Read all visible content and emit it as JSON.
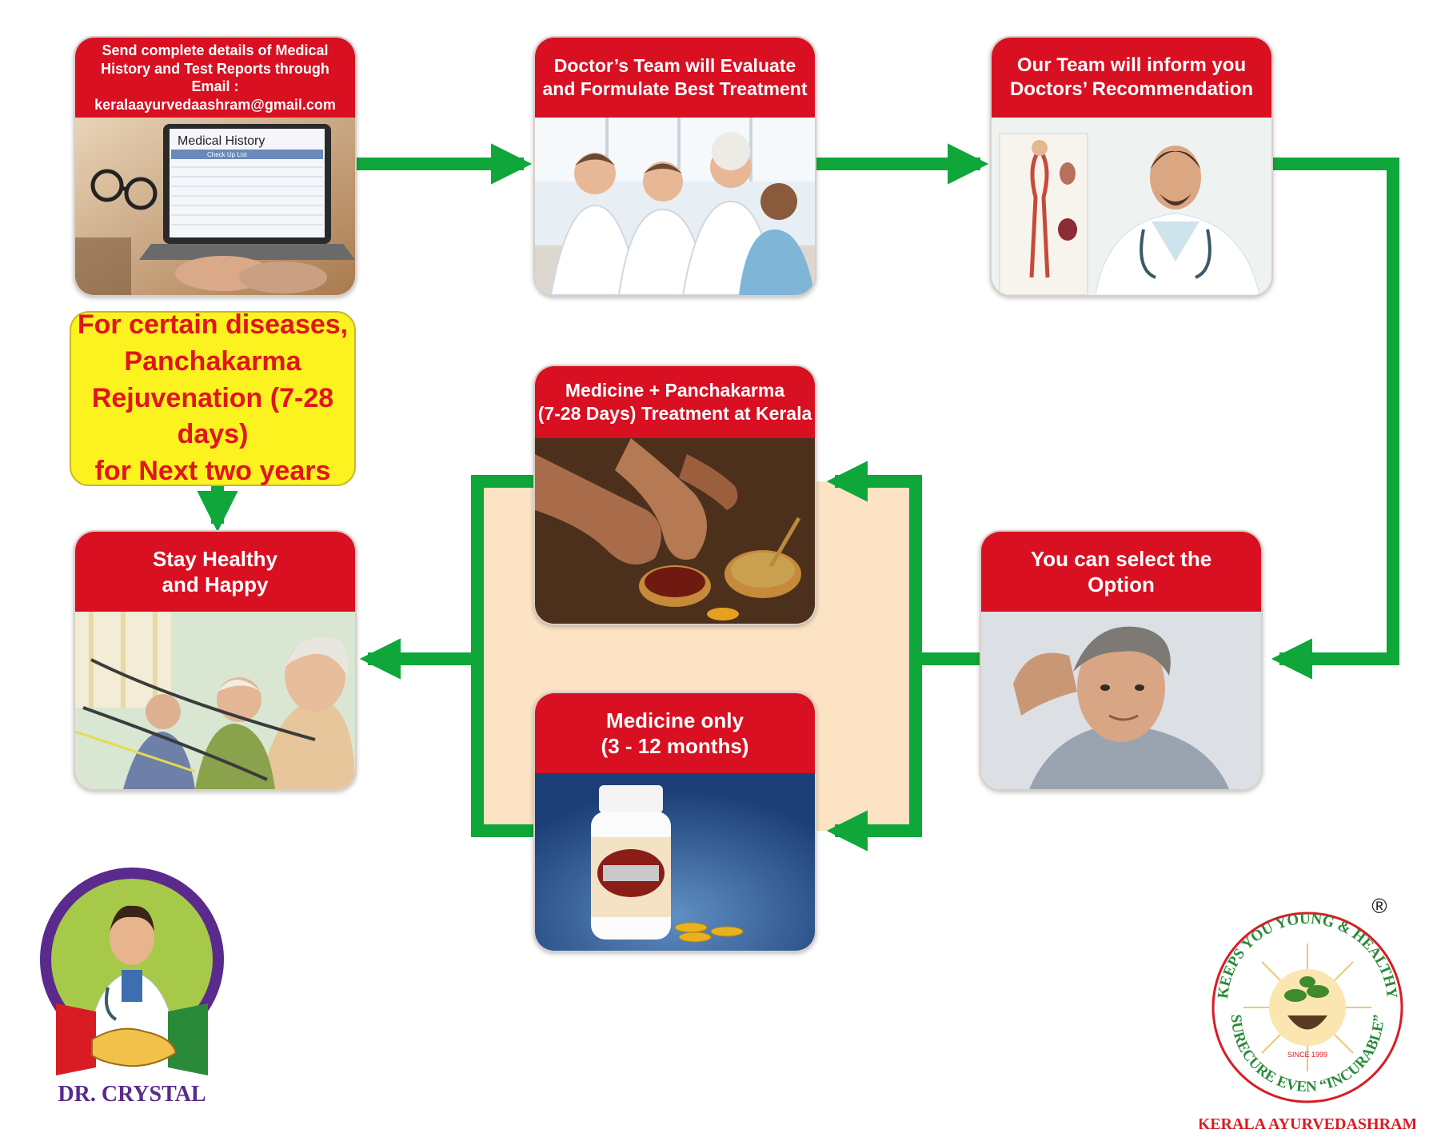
{
  "steps": {
    "send": {
      "line1": "Send complete details of Medical",
      "line2": "History and Test Reports through",
      "line3": "Email : keralaayurvedaashram@gmail.com",
      "laptop_heading": "Medical History",
      "laptop_subheading": "Check Up List"
    },
    "evaluate": {
      "line1": "Doctor’s Team will Evaluate",
      "line2": "and Formulate Best Treatment"
    },
    "inform": {
      "line1": "Our Team will inform you",
      "line2": "Doctors’ Recommendation"
    },
    "select": {
      "line1": "You can select the",
      "line2": "Option"
    },
    "panchakarma": {
      "line1": "Medicine + Panchakarma",
      "line2": "(7-28 Days) Treatment at Kerala"
    },
    "medicine": {
      "line1": "Medicine only",
      "line2": "(3 - 12 months)"
    },
    "healthy": {
      "line1": "Stay Healthy",
      "line2": "and Happy"
    }
  },
  "note": {
    "line1": "For certain diseases,",
    "line2": "Panchakarma",
    "line3": "Rejuvenation (7-28 days)",
    "line4": "for Next two years"
  },
  "logos": {
    "left_name": "DR. CRYSTAL",
    "right_name": "KERALA AYURVEDASHRAM",
    "seal_top_text": "KEEPS YOU YOUNG & HEALTHY",
    "seal_bottom_text": "SURECURE EVEN “INCURABLE”",
    "seal_since": "SINCE 1999",
    "registered_mark": "®"
  },
  "colors": {
    "header_red": "#d90f22",
    "arrow_green": "#0fa63a",
    "note_yellow": "#fbf21f",
    "note_text": "#e0151e",
    "options_panel": "#fbe3c4",
    "logo_purple": "#5a2a8c"
  }
}
